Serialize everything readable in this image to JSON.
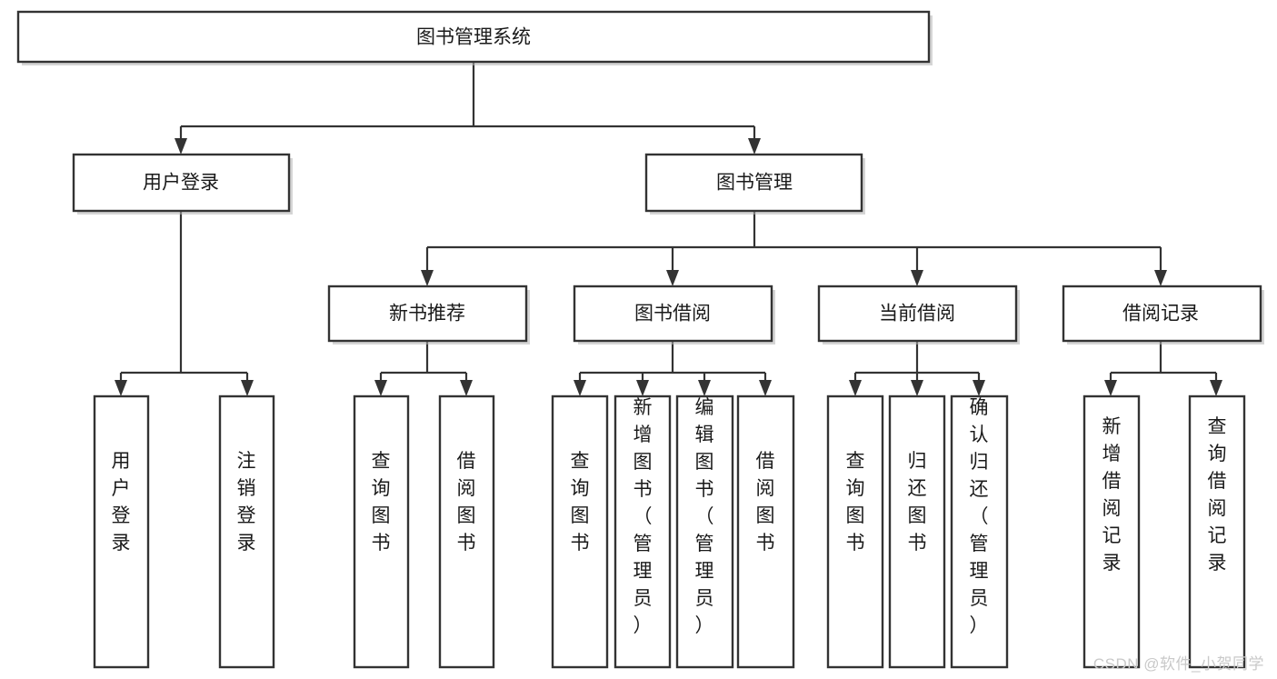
{
  "diagram": {
    "type": "tree",
    "title": "图书管理系统",
    "watermark": "CSDN @软件_小贺同学",
    "colors": {
      "box_stroke": "#333333",
      "box_fill": "#ffffff",
      "text": "#1a1a1a",
      "connector": "#333333",
      "watermark": "#c9c9c9",
      "background": "#ffffff"
    },
    "nodes": {
      "root": {
        "label": "图书管理系统",
        "level": 0
      },
      "user_login": {
        "label": "用户登录",
        "level": 1
      },
      "book_manage": {
        "label": "图书管理",
        "level": 1
      },
      "new_book_rec": {
        "label": "新书推荐",
        "level": 2
      },
      "book_borrow": {
        "label": "图书借阅",
        "level": 2
      },
      "current_borrow": {
        "label": "当前借阅",
        "level": 2
      },
      "borrow_record": {
        "label": "借阅记录",
        "level": 2
      },
      "leaf_user_login": {
        "label": "用户登录",
        "level": 3
      },
      "leaf_logout": {
        "label": "注销登录",
        "level": 3
      },
      "leaf_query_book_1": {
        "label": "查询图书",
        "level": 3
      },
      "leaf_borrow_book_1": {
        "label": "借阅图书",
        "level": 3
      },
      "leaf_query_book_2": {
        "label": "查询图书",
        "level": 3
      },
      "leaf_add_book": {
        "label": "新增图书（管理员）",
        "level": 3
      },
      "leaf_edit_book": {
        "label": "编辑图书（管理员）",
        "level": 3
      },
      "leaf_borrow_book_2": {
        "label": "借阅图书",
        "level": 3
      },
      "leaf_query_book_3": {
        "label": "查询图书",
        "level": 3
      },
      "leaf_return_book": {
        "label": "归还图书",
        "level": 3
      },
      "leaf_confirm_return": {
        "label": "确认归还（管理员）",
        "level": 3
      },
      "leaf_add_record": {
        "label": "新增借阅记录",
        "level": 3
      },
      "leaf_query_record": {
        "label": "查询借阅记录",
        "level": 3
      }
    },
    "edges": [
      {
        "from": "root",
        "to": "user_login"
      },
      {
        "from": "root",
        "to": "book_manage"
      },
      {
        "from": "user_login",
        "to": "leaf_user_login"
      },
      {
        "from": "user_login",
        "to": "leaf_logout"
      },
      {
        "from": "book_manage",
        "to": "new_book_rec"
      },
      {
        "from": "book_manage",
        "to": "book_borrow"
      },
      {
        "from": "book_manage",
        "to": "current_borrow"
      },
      {
        "from": "book_manage",
        "to": "borrow_record"
      },
      {
        "from": "new_book_rec",
        "to": "leaf_query_book_1"
      },
      {
        "from": "new_book_rec",
        "to": "leaf_borrow_book_1"
      },
      {
        "from": "book_borrow",
        "to": "leaf_query_book_2"
      },
      {
        "from": "book_borrow",
        "to": "leaf_add_book"
      },
      {
        "from": "book_borrow",
        "to": "leaf_edit_book"
      },
      {
        "from": "book_borrow",
        "to": "leaf_borrow_book_2"
      },
      {
        "from": "current_borrow",
        "to": "leaf_query_book_3"
      },
      {
        "from": "current_borrow",
        "to": "leaf_return_book"
      },
      {
        "from": "current_borrow",
        "to": "leaf_confirm_return"
      },
      {
        "from": "borrow_record",
        "to": "leaf_add_record"
      },
      {
        "from": "borrow_record",
        "to": "leaf_query_record"
      }
    ]
  }
}
